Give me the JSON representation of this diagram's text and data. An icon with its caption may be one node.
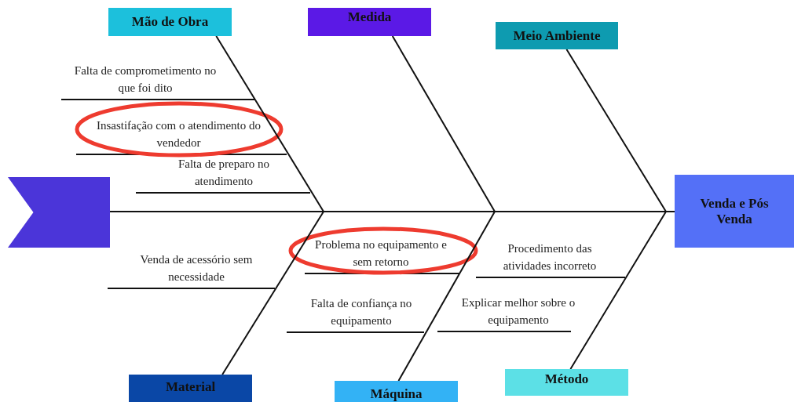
{
  "diagram": {
    "nodes": [
      {
        "text": [
          "Mão de Obra"
        ]
      },
      {
        "text": [
          "Medida"
        ]
      },
      {
        "text": [
          "Meio Ambiente"
        ]
      },
      {
        "text": [],
        "shape": "chevron"
      },
      {
        "text": [
          "Venda e Pós Venda"
        ]
      },
      {
        "text": [
          "Material"
        ]
      },
      {
        "text": [
          "Máquina"
        ]
      },
      {
        "text": [
          "Método"
        ]
      }
    ],
    "edges": [
      {
        "from": 3,
        "to": 4,
        "arrow": "none"
      },
      {
        "from": 0,
        "to": null,
        "arrow": "none"
      },
      {
        "from": 1,
        "to": null,
        "arrow": "none"
      },
      {
        "from": 2,
        "to": 4,
        "arrow": "none"
      },
      {
        "from": 5,
        "to": null,
        "arrow": "none"
      },
      {
        "from": 6,
        "to": null,
        "arrow": "none"
      },
      {
        "from": 7,
        "to": 4,
        "arrow": "none"
      }
    ],
    "labels": [
      "Falta de comprometimento no que foi dito",
      "Insastifação com o atendimento do vendedor",
      "Falta de preparo no atendimento",
      "Venda de acessório sem necessidade",
      "Problema no equipamento e sem retorno",
      "Procedimento das atividades incorreto",
      "Falta de confiança no equipamento",
      "Explicar melhor sobre o equipamento"
    ]
  }
}
